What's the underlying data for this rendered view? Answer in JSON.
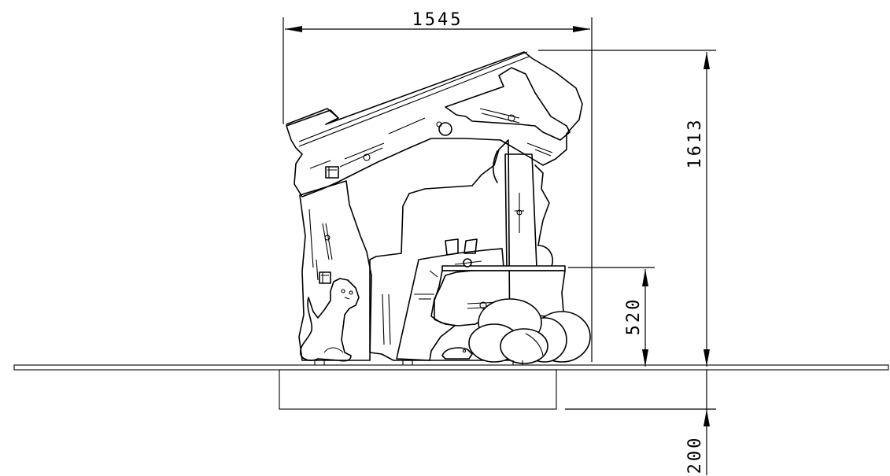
{
  "dimensions": {
    "overall_width": "1545",
    "overall_height": "1613",
    "deck_height": "520",
    "foundation_depth": "200"
  },
  "colors": {
    "stroke": "#000000",
    "background": "#ffffff"
  }
}
